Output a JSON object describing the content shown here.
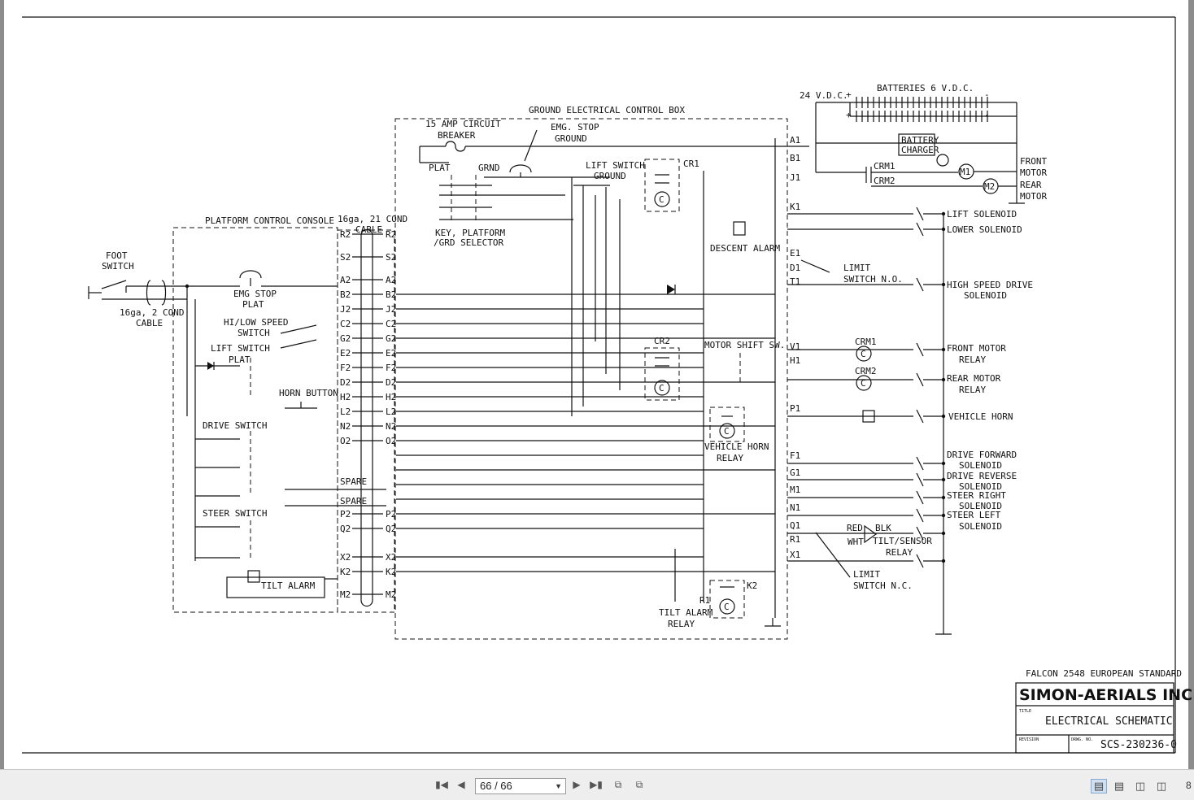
{
  "title_block": {
    "project": "FALCON 2548 EUROPEAN STANDARD",
    "company": "SIMON-AERIALS INC.",
    "title_label": "TITLE",
    "title": "ELECTRICAL SCHEMATIC",
    "revision_label": "REVISION",
    "drawing_label": "DRWG. NO.",
    "drawing_number": "SCS-230236-0"
  },
  "boxes": {
    "platform": "PLATFORM CONTROL CONSOLE",
    "ground": "GROUND ELECTRICAL CONTROL BOX"
  },
  "platform_labels": {
    "foot_switch": [
      "FOOT",
      "SWITCH"
    ],
    "cable_2": [
      "16ga, 2 COND",
      "CABLE"
    ],
    "emg_stop_plat": [
      "EMG STOP",
      "PLAT"
    ],
    "hi_low": [
      "HI/LOW SPEED",
      "SWITCH"
    ],
    "lift_switch_plat": [
      "LIFT SWITCH",
      "PLAT"
    ],
    "horn_button": "HORN BUTTON",
    "drive_switch": "DRIVE SWITCH",
    "steer_switch": "STEER SWITCH",
    "tilt_alarm": "TILT ALARM",
    "spare": "SPARE",
    "cable_21": [
      "16ga, 21 COND",
      "CABLE"
    ]
  },
  "terminals": [
    "R2",
    "S2",
    "A2",
    "B2",
    "J2",
    "C2",
    "G2",
    "E2",
    "F2",
    "D2",
    "H2",
    "L2",
    "N2",
    "O2",
    "P2",
    "Q2",
    "X2",
    "K2",
    "M2"
  ],
  "ground_labels": {
    "breaker": [
      "15 AMP CIRCUIT",
      "BREAKER"
    ],
    "emg_stop_ground": [
      "EMG. STOP",
      "GROUND"
    ],
    "plat": "PLAT",
    "grnd": "GRND",
    "key_selector": [
      "KEY, PLATFORM",
      "/GRD SELECTOR"
    ],
    "lift_switch_ground": [
      "LIFT SWITCH",
      "GROUND"
    ],
    "cr1": "CR1",
    "cr2": "CR2",
    "descent_alarm": "DESCENT ALARM",
    "motor_shift": "MOTOR SHIFT SW.",
    "vehicle_horn_relay": [
      "VEHICLE HORN",
      "RELAY"
    ],
    "tilt_alarm_relay": [
      "TILT ALARM",
      "RELAY"
    ],
    "r1": "R1",
    "k2": "K2"
  },
  "right_terminals": [
    "A1",
    "B1",
    "J1",
    "K1",
    "E1",
    "D1",
    "T1",
    "V1",
    "H1",
    "P1",
    "F1",
    "G1",
    "M1",
    "N1",
    "Q1",
    "R1",
    "X1"
  ],
  "battery": {
    "voltage": "24 V.D.C.",
    "label": "BATTERIES 6 V.D.C.",
    "charger": [
      "BATTERY",
      "CHARGER"
    ],
    "plus": "+",
    "minus": "-"
  },
  "outputs": {
    "crm1": "CRM1",
    "crm2": "CRM2",
    "m1": "M1",
    "m2": "M2",
    "front_motor": [
      "FRONT",
      "MOTOR"
    ],
    "rear_motor": [
      "REAR",
      "MOTOR"
    ],
    "lift_solenoid": "LIFT SOLENOID",
    "lower_solenoid": "LOWER SOLENOID",
    "limit_switch_no": [
      "LIMIT",
      "SWITCH N.O."
    ],
    "high_speed": [
      "HIGH SPEED DRIVE",
      "SOLENOID"
    ],
    "front_motor_relay": [
      "FRONT MOTOR",
      "RELAY"
    ],
    "rear_motor_relay": [
      "REAR MOTOR",
      "RELAY"
    ],
    "vehicle_horn": "VEHICLE HORN",
    "drive_forward": [
      "DRIVE FORWARD",
      "SOLENOID"
    ],
    "drive_reverse": [
      "DRIVE REVERSE",
      "SOLENOID"
    ],
    "steer_right": [
      "STEER RIGHT",
      "SOLENOID"
    ],
    "steer_left": [
      "STEER LEFT",
      "SOLENOID"
    ],
    "red": "RED",
    "blk": "BLK",
    "wht": "WHT",
    "tilt_sensor": [
      "TILT/SENSOR",
      "RELAY"
    ],
    "limit_switch_nc": [
      "LIMIT",
      "SWITCH N.C."
    ],
    "c": "C"
  },
  "toolbar": {
    "page_indicator": "66 / 66",
    "zoom": "8"
  }
}
